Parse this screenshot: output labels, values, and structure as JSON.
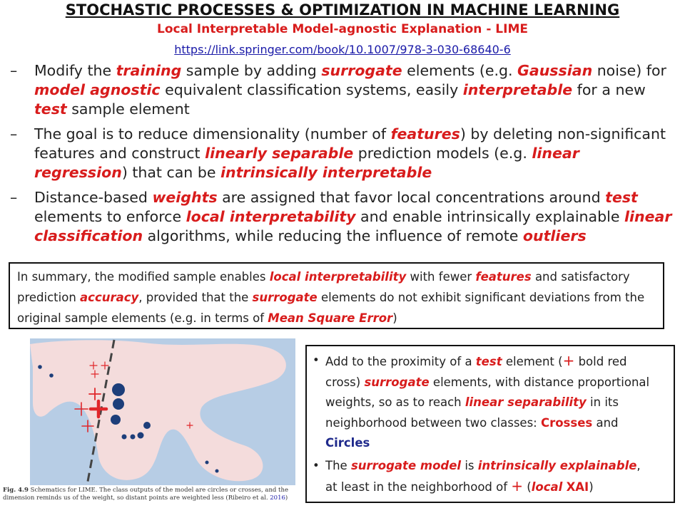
{
  "header": {
    "title": "STOCHASTIC PROCESSES & OPTIMIZATION IN MACHINE LEARNING",
    "subtitle": "Local Interpretable Model-agnostic Explanation - LIME",
    "link": "https://link.springer.com/book/10.1007/978-3-030-68640-6"
  },
  "bullets": [
    {
      "marker": "–",
      "parts": [
        {
          "t": "Modify the "
        },
        {
          "t": "training",
          "s": "em"
        },
        {
          "t": " sample by adding "
        },
        {
          "t": "surrogate",
          "s": "em"
        },
        {
          "t": " elements (e.g. "
        },
        {
          "t": "Gaussian",
          "s": "em"
        },
        {
          "t": " noise) for "
        },
        {
          "t": "model agnostic",
          "s": "em"
        },
        {
          "t": " equivalent classification systems, easily "
        },
        {
          "t": "interpretable",
          "s": "em"
        },
        {
          "t": " for a new "
        },
        {
          "t": "test",
          "s": "em"
        },
        {
          "t": " sample element"
        }
      ]
    },
    {
      "marker": "–",
      "parts": [
        {
          "t": "The goal is to reduce dimensionality (number of "
        },
        {
          "t": "features",
          "s": "em"
        },
        {
          "t": ") by deleting non-significant features and construct "
        },
        {
          "t": "linearly separable",
          "s": "em"
        },
        {
          "t": " prediction models (e.g. "
        },
        {
          "t": "linear regression",
          "s": "em"
        },
        {
          "t": ") that can be "
        },
        {
          "t": "intrinsically  interpretable",
          "s": "em"
        }
      ]
    },
    {
      "marker": "–",
      "parts": [
        {
          "t": "Distance-based "
        },
        {
          "t": "weights",
          "s": "em"
        },
        {
          "t": " are assigned that favor local concentrations around "
        },
        {
          "t": "test",
          "s": "em"
        },
        {
          "t": " elements to enforce "
        },
        {
          "t": "local interpretability",
          "s": "em"
        },
        {
          "t": " and enable intrinsically explainable "
        },
        {
          "t": "linear classification",
          "s": "em"
        },
        {
          "t": " algorithms, while reducing the influence of remote "
        },
        {
          "t": "outliers",
          "s": "em"
        }
      ]
    }
  ],
  "summary": {
    "parts": [
      {
        "t": "In summary, the modified sample enables "
      },
      {
        "t": "local interpretability",
        "s": "em"
      },
      {
        "t": " with fewer "
      },
      {
        "t": "features",
        "s": "em"
      },
      {
        "t": " and satisfactory prediction "
      },
      {
        "t": "accuracy",
        "s": "em"
      },
      {
        "t": ", provided that the "
      },
      {
        "t": "surrogate",
        "s": "em"
      },
      {
        "t": " elements do not exhibit significant deviations from the original sample elements (e.g. in terms of "
      },
      {
        "t": "Mean Square Error",
        "s": "em"
      },
      {
        "t": ")"
      }
    ]
  },
  "figure": {
    "caption_label": "Fig. 4.9",
    "caption_text": "Schematics for LIME. The class outputs of the model are circles or crosses, and the dimension reminds us of the weight, so distant points are weighted less (Ribeiro et al. ",
    "caption_cite": "2016",
    "caption_end": ")",
    "colors": {
      "background_region": "#b7cde5",
      "decision_region": "#f4dcdc",
      "circle": "#1d3e7a",
      "cross": "#e0262a",
      "line": "#444444"
    }
  },
  "right_box": {
    "items": [
      {
        "marker": "•",
        "parts": [
          {
            "t": "Add to the proximity of a "
          },
          {
            "t": "test",
            "s": "em"
          },
          {
            "t": " element ("
          },
          {
            "t": "+",
            "s": "cross"
          },
          {
            "t": " bold red cross) "
          },
          {
            "t": "surrogate",
            "s": "em"
          },
          {
            "t": " elements, with distance proportional weights, so as to reach "
          },
          {
            "t": "linear separability",
            "s": "em"
          },
          {
            "t": " in its neighborhood between two classes: "
          },
          {
            "t": "Crosses",
            "s": "emb"
          },
          {
            "t": " and "
          },
          {
            "t": "Circles",
            "s": "blue"
          }
        ]
      },
      {
        "marker": "•",
        "parts": [
          {
            "t": "The "
          },
          {
            "t": "surrogate model",
            "s": "em"
          },
          {
            "t": " is "
          },
          {
            "t": "intrinsically explainable",
            "s": "em"
          },
          {
            "t": ", at least in the neighborhood of "
          },
          {
            "t": "+",
            "s": "cross"
          },
          {
            "t": " ("
          },
          {
            "t": "local",
            "s": "em"
          },
          {
            "t": " "
          },
          {
            "t": "XAI",
            "s": "emb"
          },
          {
            "t": ")"
          }
        ]
      }
    ]
  }
}
